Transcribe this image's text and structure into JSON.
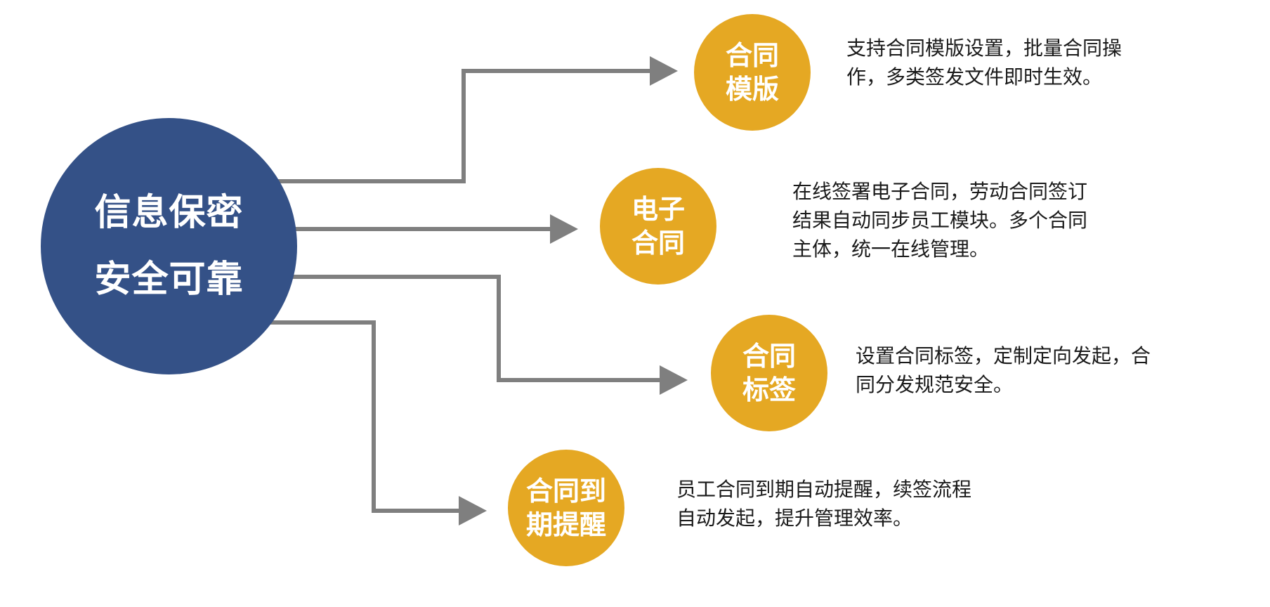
{
  "hub": {
    "lines": [
      "信息保密",
      "安全可靠"
    ]
  },
  "features": [
    {
      "circle": [
        "合同",
        "模版"
      ],
      "desc": [
        "支持合同模版设置，批量合同操",
        "作，多类签发文件即时生效。"
      ]
    },
    {
      "circle": [
        "电子",
        "合同"
      ],
      "desc": [
        "在线签署电子合同，劳动合同签订",
        "结果自动同步员工模块。多个合同",
        "主体，统一在线管理。"
      ]
    },
    {
      "circle": [
        "合同",
        "标签"
      ],
      "desc": [
        "设置合同标签，定制定向发起，合",
        "同分发规范安全。"
      ]
    },
    {
      "circle": [
        "合同到",
        "期提醒"
      ],
      "desc": [
        "员工合同到期自动提醒，续签流程",
        "自动发起，提升管理效率。"
      ]
    }
  ],
  "colors": {
    "hub": "#345187",
    "node": "#E5A823",
    "connector": "#7f7f7f",
    "text": "#1a1a1a"
  }
}
